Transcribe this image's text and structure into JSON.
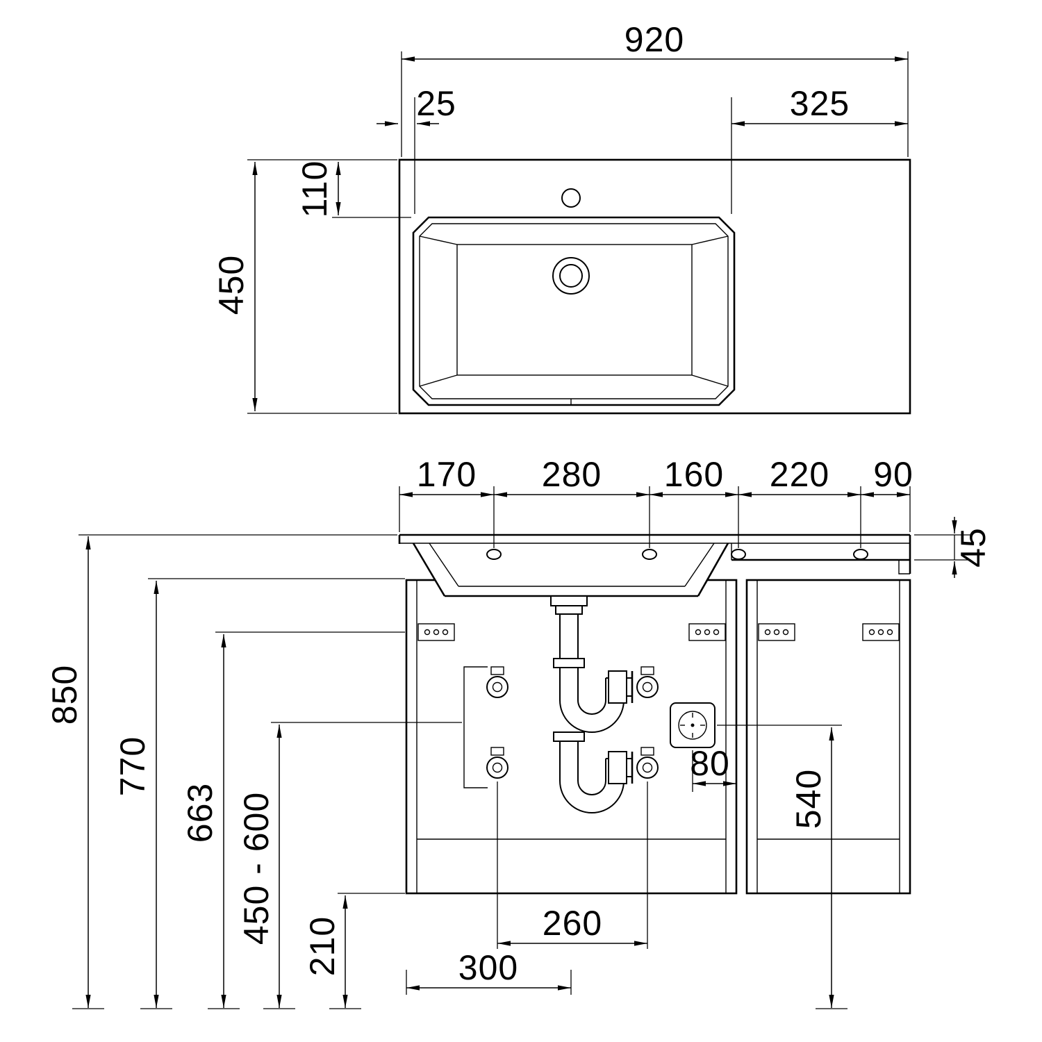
{
  "top_view": {
    "overall_width": "920",
    "basin_left_offset": "25",
    "counter_right_width": "325",
    "basin_top_inset": "110",
    "counter_depth": "450"
  },
  "front_view": {
    "top_spacings": [
      "170",
      "280",
      "160",
      "220",
      "90"
    ],
    "counter_thickness": "45",
    "height_total": "850",
    "height_cabinet_top": "770",
    "height_mounting_rail": "663",
    "height_connection_range": "450 - 600",
    "height_cabinet_bottom": "210",
    "socket_to_cabinet_side": "80",
    "socket_height": "540",
    "valve_spacing": "260",
    "trap_to_cabinet_side": "300"
  },
  "colors": {
    "line": "#000000",
    "background": "#ffffff"
  }
}
